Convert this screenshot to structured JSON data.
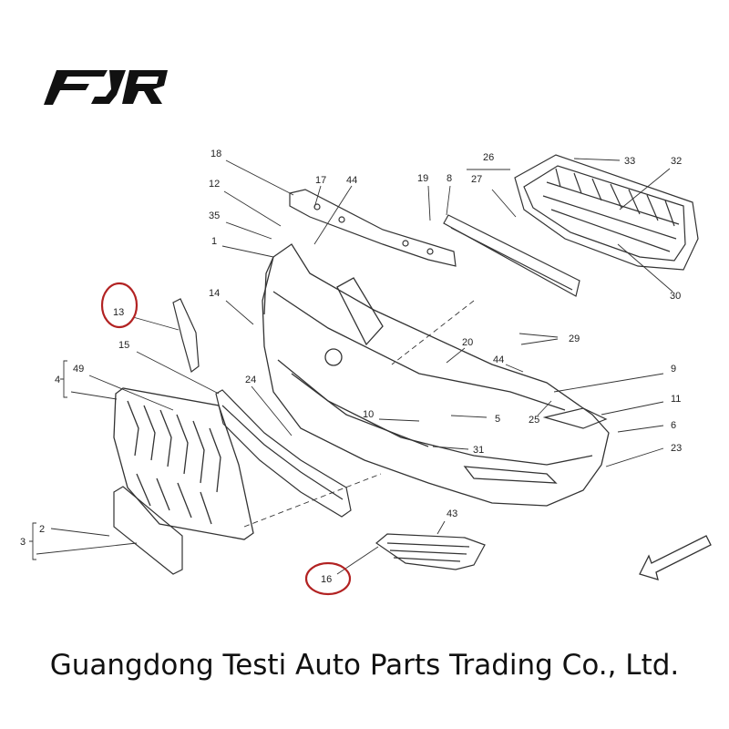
{
  "brand": {
    "logo_text": "FJR"
  },
  "callouts": {
    "c18": "18",
    "c17": "17",
    "c44a": "44",
    "c19": "19",
    "c8": "8",
    "c26": "26",
    "c27": "27",
    "c33": "33",
    "c32": "32",
    "c12": "12",
    "c35": "35",
    "c1": "1",
    "c14": "14",
    "c13": "13",
    "c15": "15",
    "c49": "49",
    "c4": "4",
    "c24": "24",
    "c20": "20",
    "c29": "29",
    "c44b": "44",
    "c9": "9",
    "c10": "10",
    "c5": "5",
    "c25": "25",
    "c11": "11",
    "c6": "6",
    "c31": "31",
    "c23": "23",
    "c30": "30",
    "c2": "2",
    "c3": "3",
    "c43": "43",
    "c16": "16"
  },
  "highlighted_parts": [
    "13",
    "16"
  ],
  "colors": {
    "highlight_circle": "#b22222",
    "line": "#333333"
  },
  "footer": {
    "company": "Guangdong Testi Auto Parts Trading Co., Ltd."
  }
}
